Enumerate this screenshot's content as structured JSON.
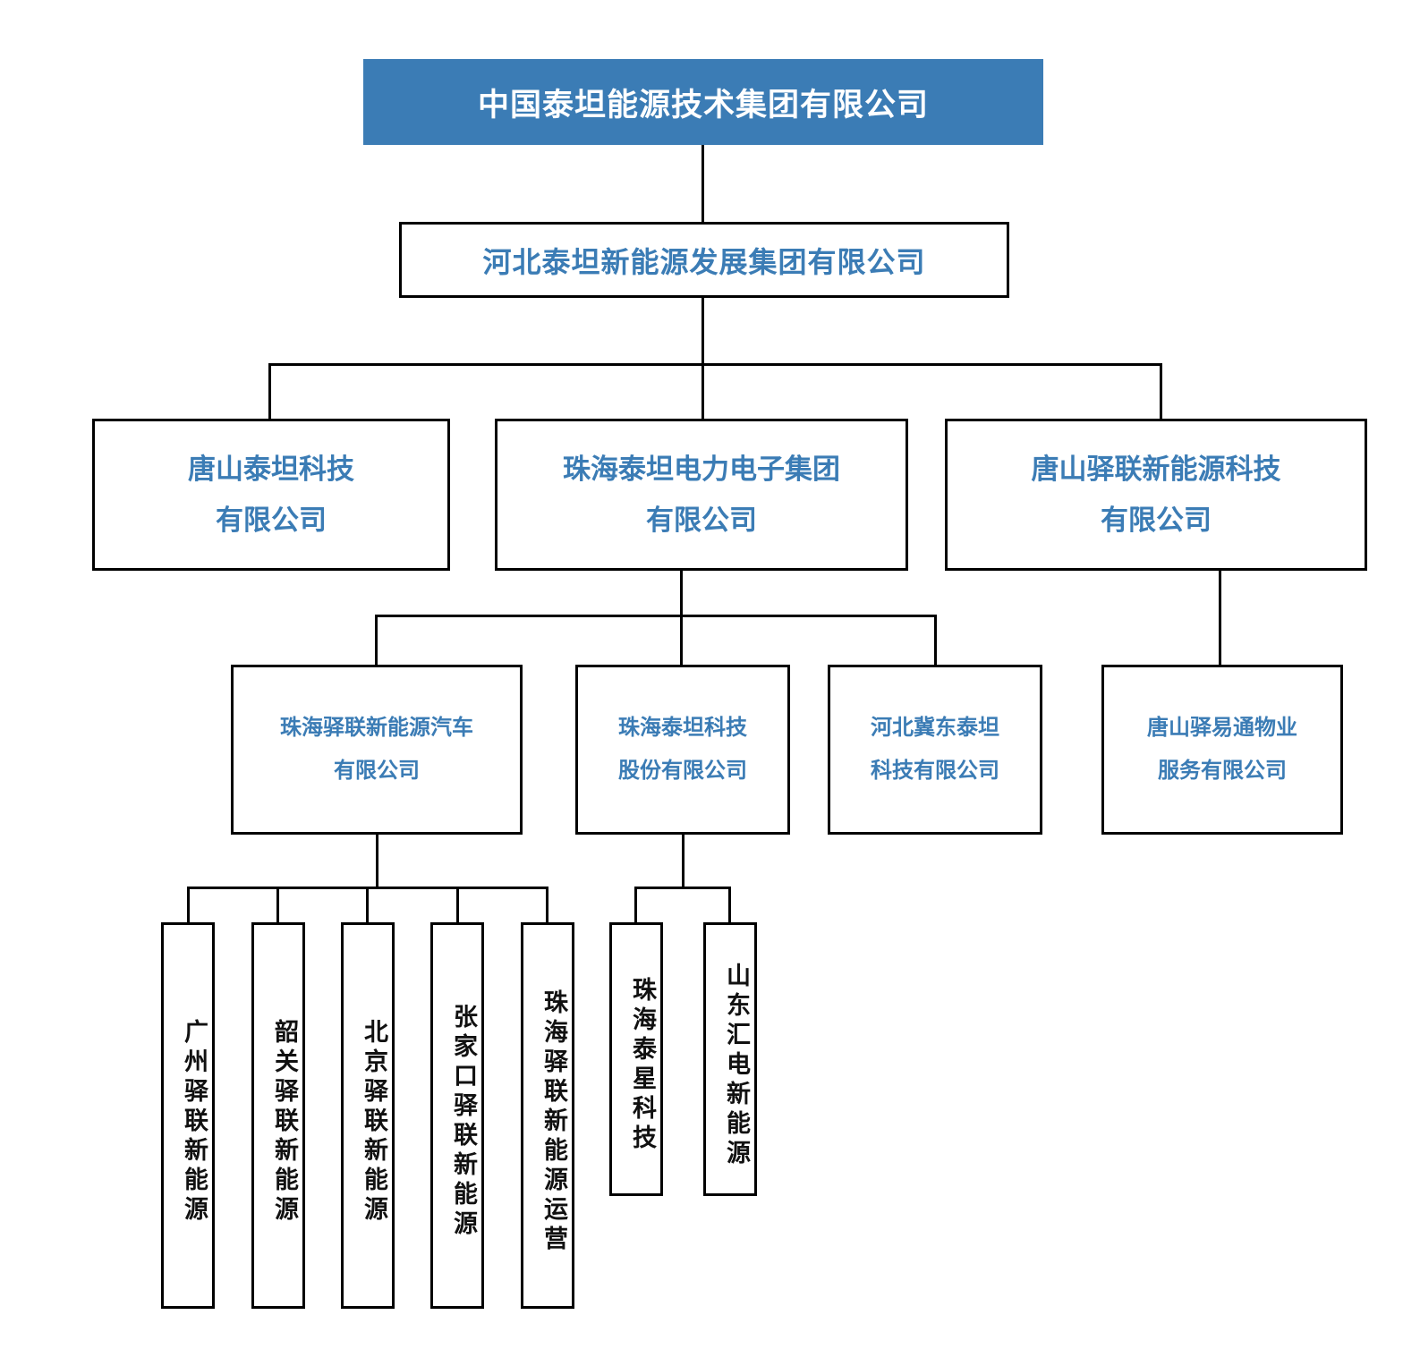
{
  "meta": {
    "title": "中国泰坦能源技术集团有限公司 组织架构图",
    "accent_color": "#3B7CB5",
    "box_border_color": "#000000",
    "leaf_text_color": "#111111",
    "background": "#FFFFFF"
  },
  "nodes": {
    "root": {
      "label": "中国泰坦能源技术集团有限公司"
    },
    "level2": {
      "label": "河北泰坦新能源发展集团有限公司"
    },
    "level3": [
      {
        "label": "唐山泰坦科技\n有限公司"
      },
      {
        "label": "珠海泰坦电力电子集团\n有限公司"
      },
      {
        "label": "唐山驿联新能源科技\n有限公司"
      }
    ],
    "level4": [
      {
        "label": "珠海驿联新能源汽车\n有限公司"
      },
      {
        "label": "珠海泰坦科技\n股份有限公司"
      },
      {
        "label": "河北冀东泰坦\n科技有限公司"
      },
      {
        "label": "唐山驿易通物业\n服务有限公司"
      }
    ],
    "leaves": [
      {
        "label": "广州驿联新能源"
      },
      {
        "label": "韶关驿联新能源"
      },
      {
        "label": "北京驿联新能源"
      },
      {
        "label": "张家口驿联新能源"
      },
      {
        "label": "珠海驿联新能源运营"
      },
      {
        "label": "珠海泰星科技"
      },
      {
        "label": "山东汇电新能源"
      }
    ]
  }
}
